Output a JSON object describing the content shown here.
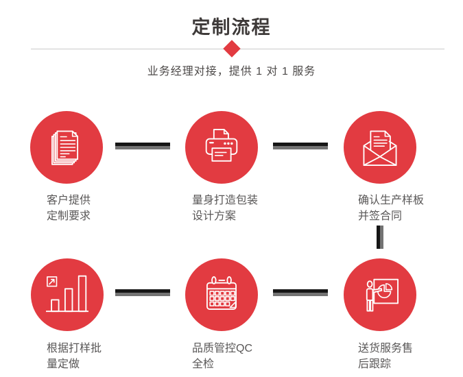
{
  "header": {
    "title": "定制流程",
    "subtitle": "业务经理对接，提供 1 对 1 服务"
  },
  "colors": {
    "accent_red": "#e23b41",
    "title_text": "#3e3a39",
    "label_text": "#595757",
    "connector_dark": "#161616",
    "connector_gray": "#737373",
    "divider_line": "#c9c9c9",
    "icon_stroke": "#ffffff"
  },
  "steps": [
    {
      "icon": "documents-icon",
      "line1": "客户提供",
      "line2": "定制要求"
    },
    {
      "icon": "printer-icon",
      "line1": "量身打造包装",
      "line2": "设计方案"
    },
    {
      "icon": "envelope-letter-icon",
      "line1": "确认生产样板",
      "line2": "并签合同"
    },
    {
      "icon": "bar-chart-icon",
      "line1": "根据打样批",
      "line2": "量定做"
    },
    {
      "icon": "calendar-icon",
      "line1": "品质管控QC",
      "line2": "全检"
    },
    {
      "icon": "presentation-icon",
      "line1": "送货服务售",
      "line2": "后跟踪"
    }
  ]
}
